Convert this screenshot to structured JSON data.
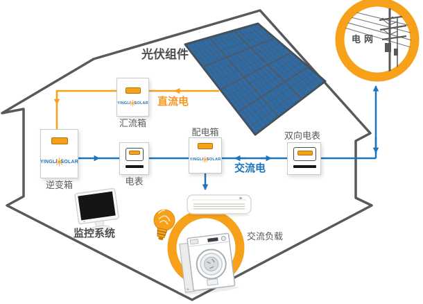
{
  "labels": {
    "pv_modules": "光伏组件",
    "dc_power": "直流电",
    "ac_power": "交流电",
    "power_grid": "电网",
    "monitoring_system": "监控系统",
    "ac_load": "交流负载",
    "combiner_box": "汇流箱",
    "inverter_box": "逆变箱",
    "meter": "电表",
    "distribution_box": "配电箱",
    "bidirectional_meter": "双向电表"
  },
  "brand": {
    "left": "YINGLI",
    "right": "SOLAR",
    "sun_icon": "✳"
  },
  "colors": {
    "orange": "#F7A11A",
    "orange_text": "#F7941D",
    "blue": "#1B75BC",
    "outline_gray": "#58595B",
    "panel_blue": "#2E6CA8",
    "label_gray": "#595A5C",
    "title_gray": "#4D4D4F",
    "logo_blue": "#1B75BC"
  }
}
